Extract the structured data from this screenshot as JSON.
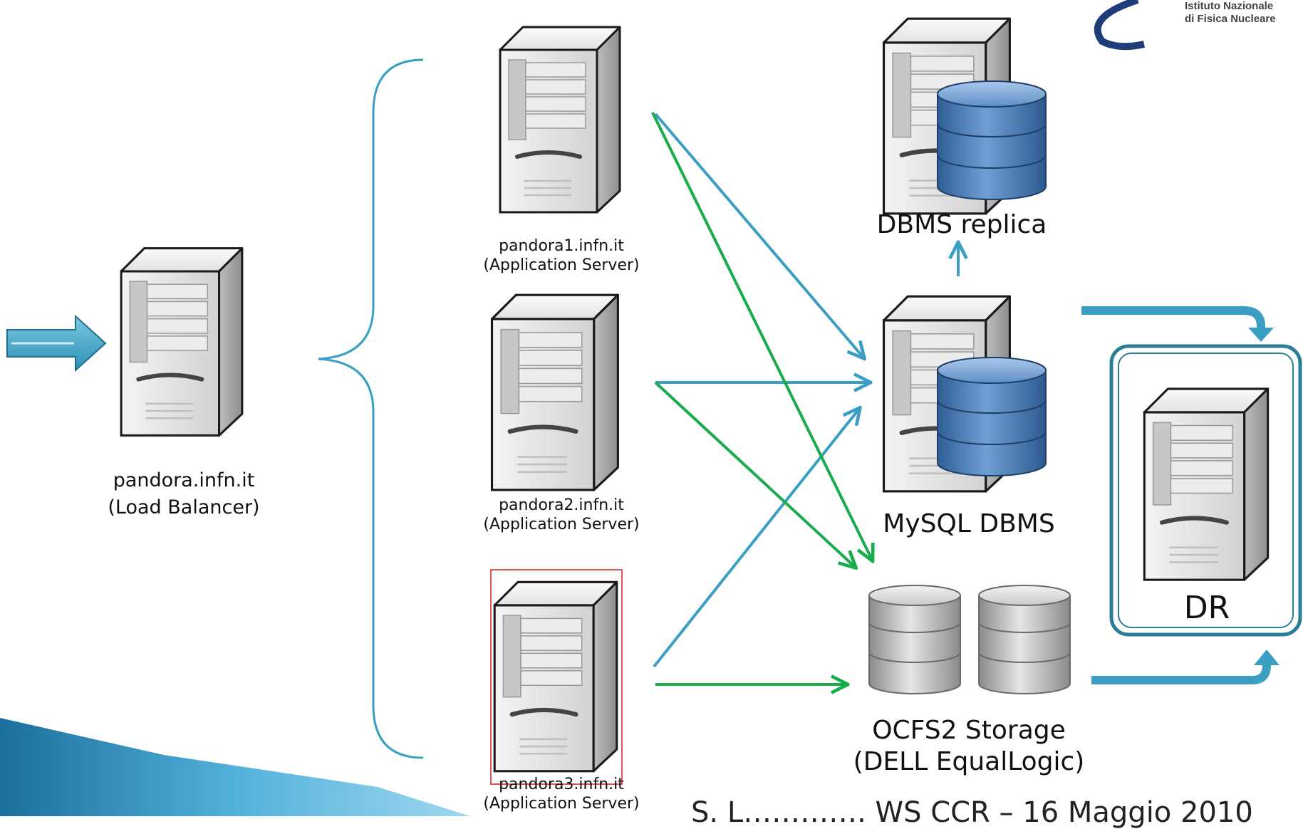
{
  "logo": {
    "line1": "Istituto Nazionale",
    "line2": "di Fisica Nucleare"
  },
  "nodes": {
    "load_balancer": {
      "host": "pandora.infn.it",
      "role": "(Load Balancer)"
    },
    "app1": {
      "host": "pandora1.infn.it",
      "role": "(Application Server)"
    },
    "app2": {
      "host": "pandora2.infn.it",
      "role": "(Application Server)"
    },
    "app3": {
      "host": "pandora3.infn.it",
      "role": "(Application Server)"
    },
    "dbms_replica": {
      "label": "DBMS replica"
    },
    "mysql": {
      "label": "MySQL DBMS"
    },
    "storage": {
      "label": "OCFS2 Storage",
      "sub": "(DELL EqualLogic)"
    },
    "dr": {
      "label": "DR"
    }
  },
  "footer": "S. L…………. WS CCR – 16 Maggio 2010",
  "colors": {
    "blue_arrow": "#3a9fc2",
    "green_arrow": "#1aab4b",
    "brace": "#3a9fc2",
    "dr_border": "#2a7f96",
    "db_blue": "#3f78b8",
    "selection": "#d02020"
  },
  "icons": [
    "server-icon",
    "database-icon",
    "storage-array-icon",
    "input-arrow-icon",
    "brace-icon"
  ]
}
